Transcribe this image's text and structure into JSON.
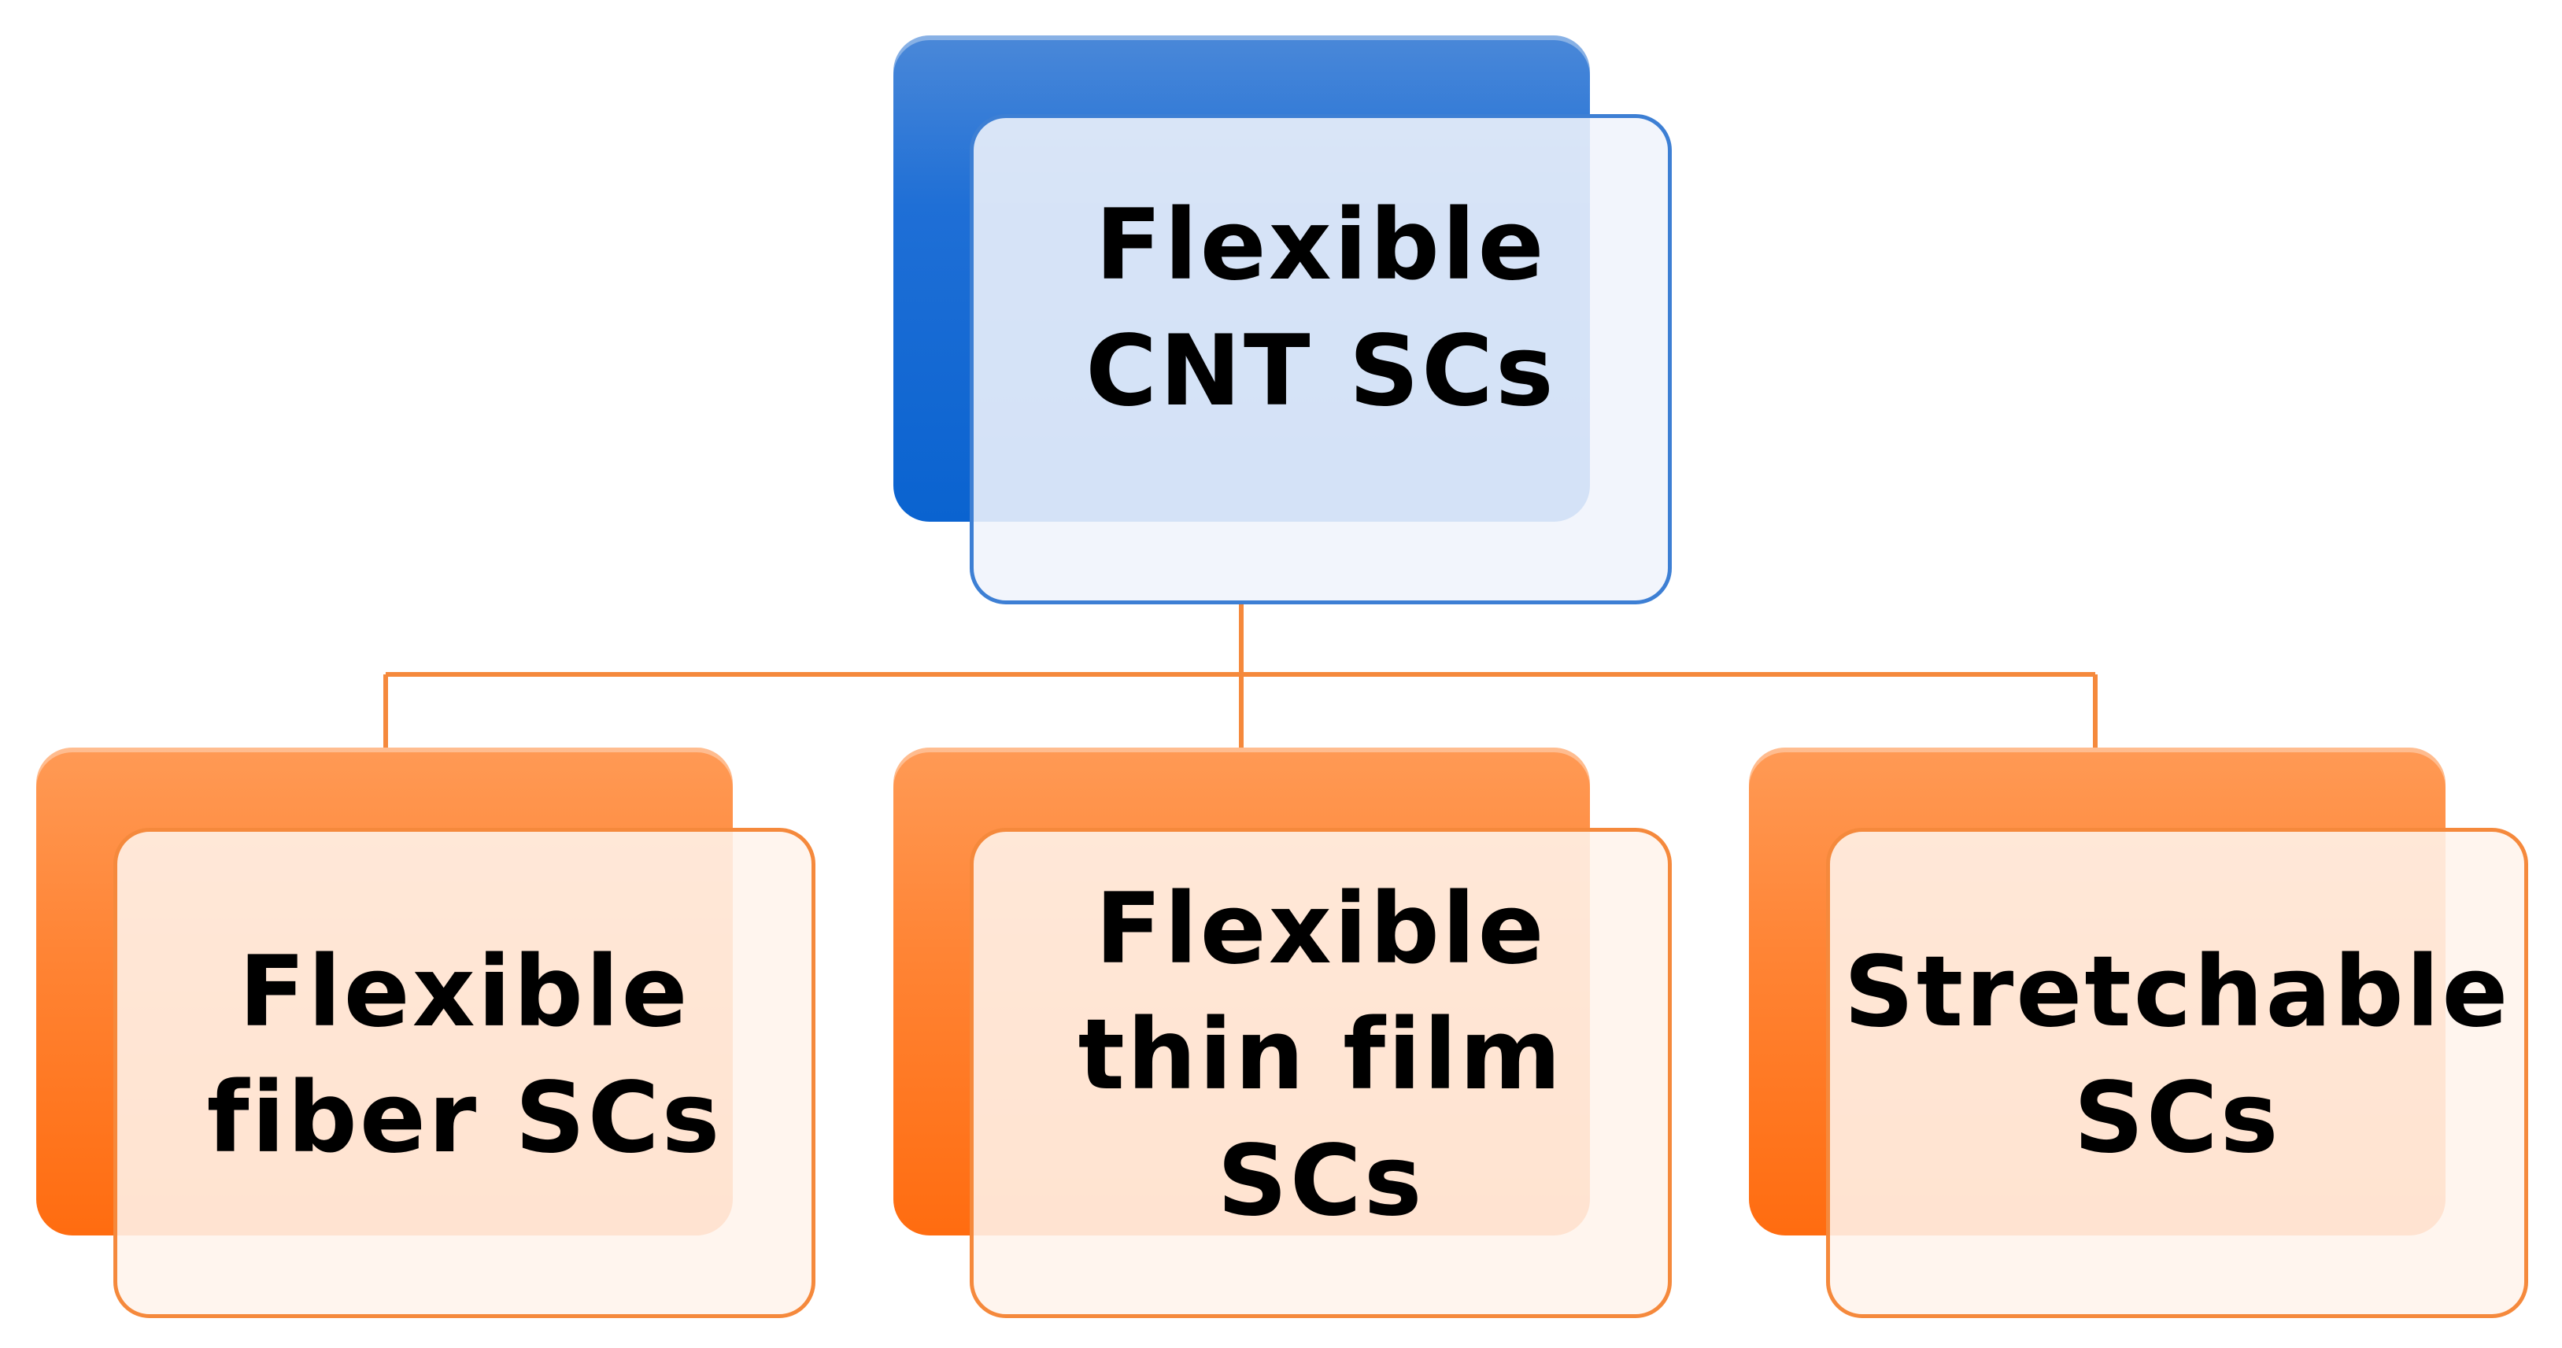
{
  "diagram": {
    "root": {
      "label": "Flexible\nCNT SCs"
    },
    "children": [
      {
        "label": "Flexible\nfiber SCs"
      },
      {
        "label": "Flexible\nthin film\nSCs"
      },
      {
        "label": "Stretchable\nSCs"
      }
    ]
  },
  "colors": {
    "root_accent": "#1f6fd6",
    "child_accent": "#ff7a22",
    "connector": "#f5893c"
  }
}
